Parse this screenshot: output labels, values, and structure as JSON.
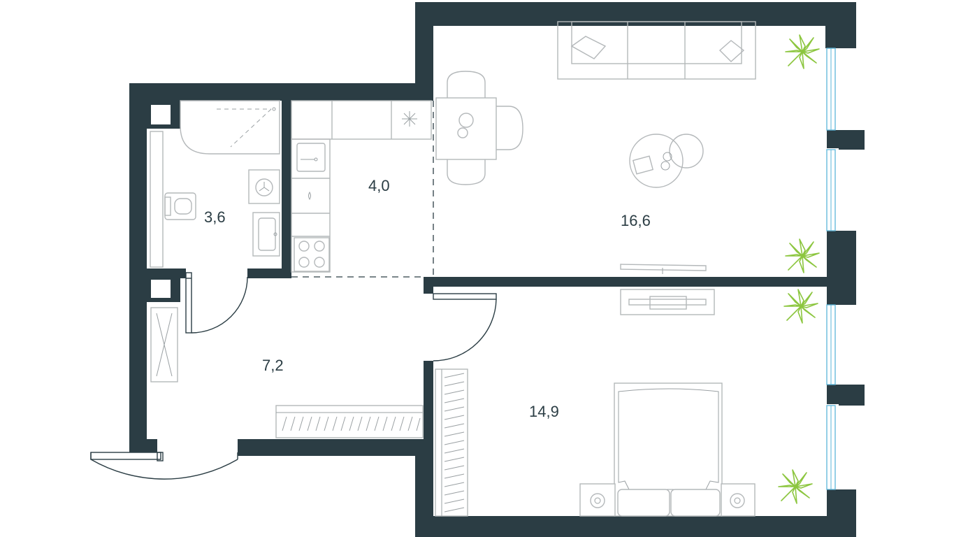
{
  "rooms": [
    {
      "id": "bathroom",
      "area": "3,6"
    },
    {
      "id": "kitchen",
      "area": "4,0"
    },
    {
      "id": "living-room",
      "area": "16,6"
    },
    {
      "id": "hallway",
      "area": "7,2"
    },
    {
      "id": "bedroom",
      "area": "14,9"
    }
  ],
  "colors": {
    "wall": "#2b3d44",
    "furniture": "#b4b8ba",
    "window": "#5ab5d8",
    "plant": "#8cc63f",
    "label": "#2b3d44"
  },
  "icons": [
    "sofa-icon",
    "dining-table-icon",
    "coffee-table-icon",
    "tv-icon",
    "bed-icon",
    "plant-icon",
    "toilet-icon",
    "washing-machine-icon",
    "shower-icon",
    "stove-icon",
    "sink-icon",
    "wardrobe-icon"
  ]
}
